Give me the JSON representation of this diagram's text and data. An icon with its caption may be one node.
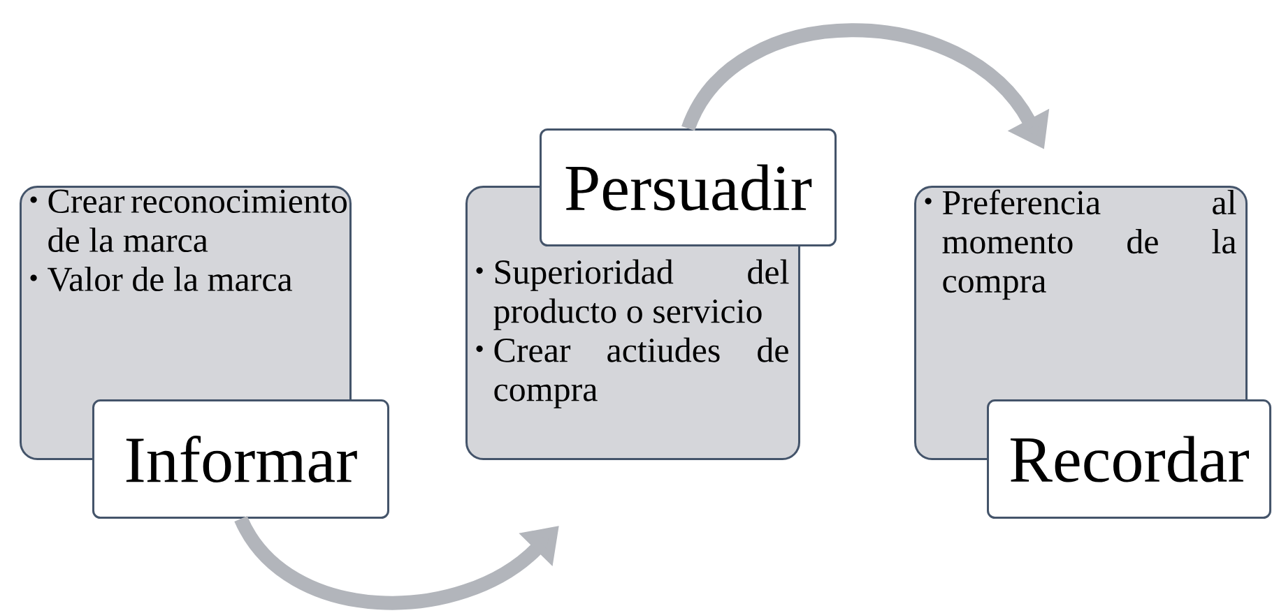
{
  "diagram": {
    "nodes": [
      {
        "text": [
          "Crear reconocimiento de la marca",
          "Valor de la marca"
        ]
      },
      {
        "text": [
          "Informar"
        ]
      },
      {
        "text": [
          "Persuadir"
        ]
      },
      {
        "text": [
          "Superioridad del producto o servicio",
          "Crear actiudes de compra"
        ]
      },
      {
        "text": [
          "Preferencia al momento de la compra"
        ]
      },
      {
        "text": [
          "Recordar"
        ]
      }
    ],
    "edges": [
      {
        "from": 1,
        "to": 3,
        "arrow": "to"
      },
      {
        "from": 2,
        "to": 4,
        "arrow": "to"
      }
    ]
  }
}
